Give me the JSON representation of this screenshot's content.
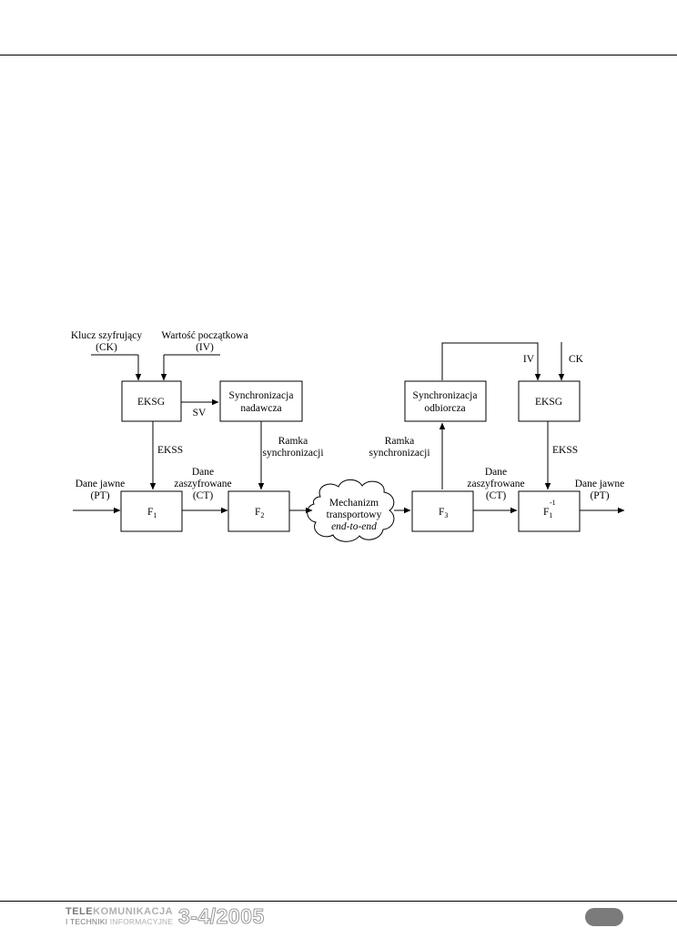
{
  "diagram": {
    "inputs": {
      "cipher_key_line1": "Klucz szyfrujący",
      "cipher_key_line2": "(CK)",
      "init_value_line1": "Wartość początkowa",
      "init_value_line2": "(IV)",
      "iv_right": "IV",
      "ck_right": "CK"
    },
    "boxes": {
      "eksg_left": "EKSG",
      "sync_sender_line1": "Synchronizacja",
      "sync_sender_line2": "nadawcza",
      "sync_receiver_line1": "Synchronizacja",
      "sync_receiver_line2": "odbiorcza",
      "eksg_right": "EKSG",
      "f1_base": "F",
      "f1_sub": "1",
      "f2_base": "F",
      "f2_sub": "2",
      "f3_base": "F",
      "f3_sub": "3",
      "f1inv_base": "F",
      "f1inv_sub": "1",
      "f1inv_sup": "-1"
    },
    "cloud": {
      "line1": "Mechanizm",
      "line2": "transportowy",
      "line3": "end-to-end"
    },
    "labels": {
      "sv": "SV",
      "ekss_left": "EKSS",
      "ekss_right": "EKSS",
      "sync_frame_left_line1": "Ramka",
      "sync_frame_left_line2": "synchronizacji",
      "sync_frame_right_line1": "Ramka",
      "sync_frame_right_line2": "synchronizacji",
      "plain_left_line1": "Dane jawne",
      "plain_left_line2": "(PT)",
      "cipher_left_line1": "Dane",
      "cipher_left_line2": "zaszyfrowane",
      "cipher_left_line3": "(CT)",
      "cipher_right_line1": "Dane",
      "cipher_right_line2": "zaszyfrowane",
      "cipher_right_line3": "(CT)",
      "plain_right_line1": "Dane jawne",
      "plain_right_line2": "(PT)"
    }
  },
  "footer": {
    "logo_line1_strong": "TELE",
    "logo_line1_rest": "KOMUNIKACJA",
    "logo_line2_strong": "I TECHNIKI",
    "logo_line2_rest": " INFORMACYJNE",
    "issue": "3-4/2005"
  }
}
